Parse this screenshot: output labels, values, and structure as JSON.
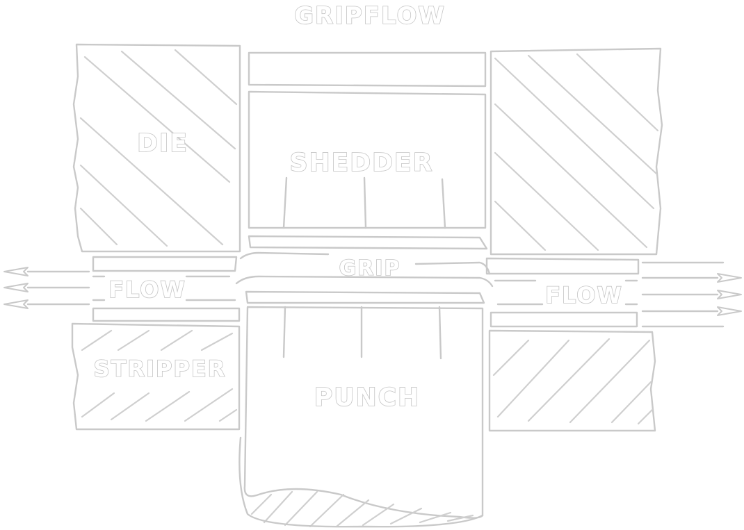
{
  "diagram": {
    "title": "GRIPFLOW",
    "labels": {
      "die": "DIE",
      "shedder": "SHEDDER",
      "grip": "GRIP",
      "flow_left": "FLOW",
      "flow_right": "FLOW",
      "stripper": "STRIPPER",
      "punch": "PUNCH"
    }
  },
  "style": {
    "line_color": "#c9c9c9",
    "background": "#ffffff"
  }
}
